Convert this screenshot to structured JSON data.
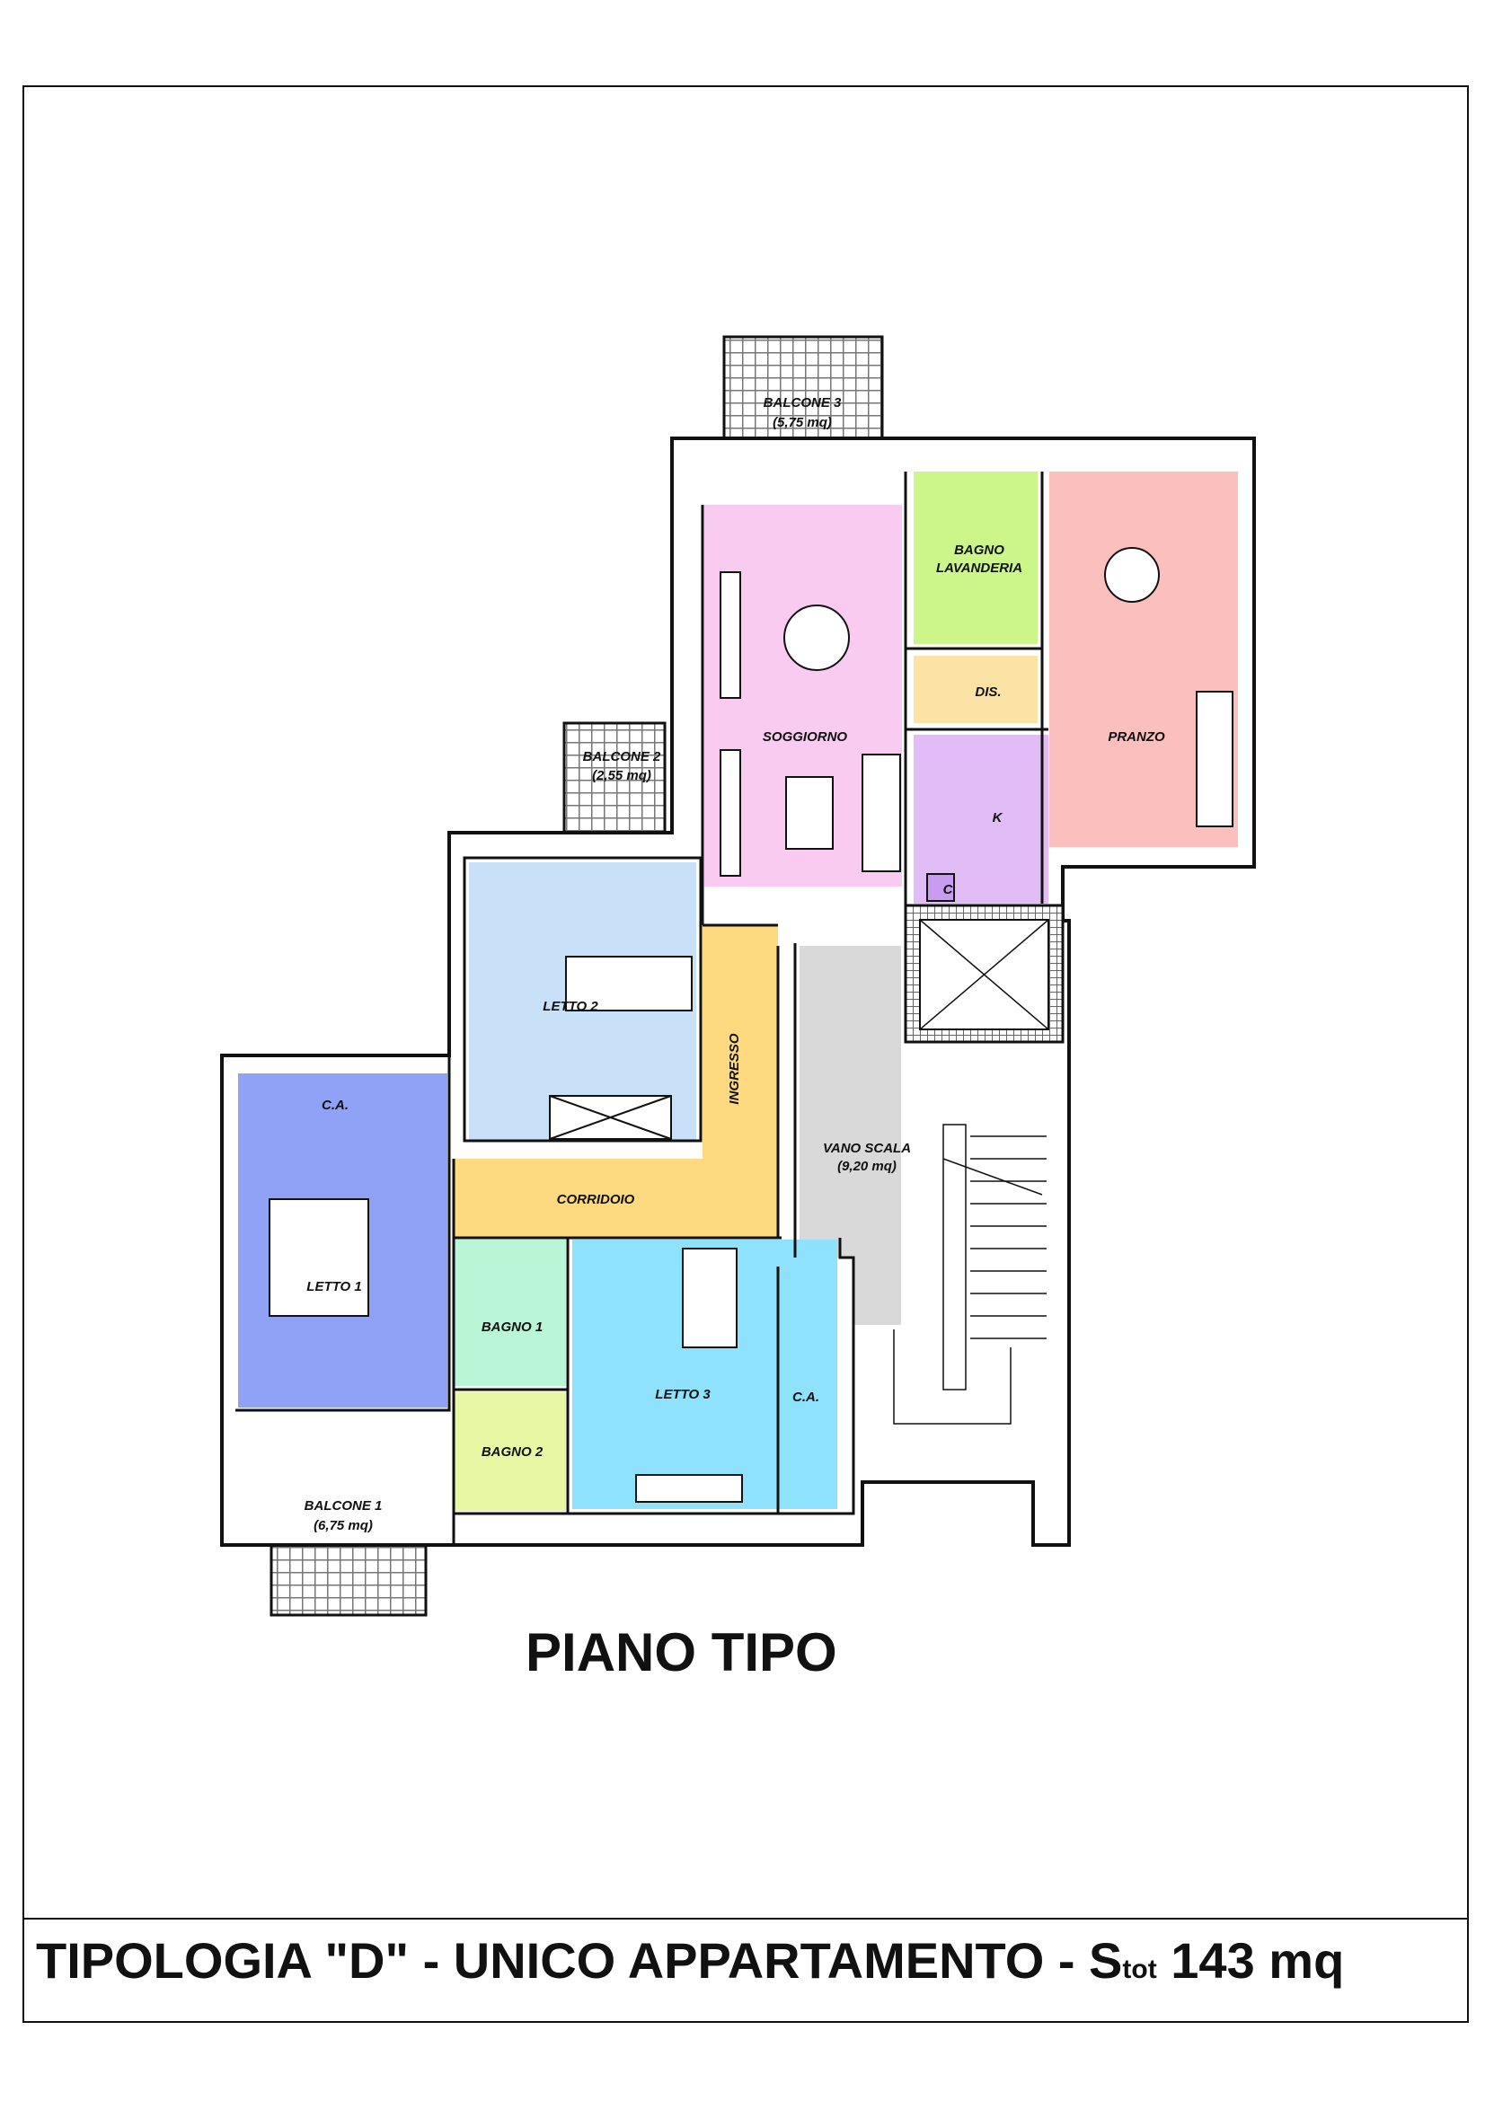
{
  "plan_title": "PIANO TIPO",
  "footer": {
    "prefix": "TIPOLOGIA \"D\" - UNICO APPARTAMENTO - ",
    "s": "S",
    "s_sub": "tot",
    "suffix": " 143 mq"
  },
  "rooms": {
    "balcone3": {
      "name": "BALCONE 3",
      "area": "(5,75 mq)"
    },
    "balcone2": {
      "name": "BALCONE 2",
      "area": "(2,55 mq)"
    },
    "balcone1": {
      "name": "BALCONE 1",
      "area": "(6,75 mq)"
    },
    "soggiorno": "SOGGIORNO",
    "bagno_lavanderia": {
      "line1": "BAGNO",
      "line2": "LAVANDERIA"
    },
    "pranzo": "PRANZO",
    "dis": "DIS.",
    "k": "K",
    "c": "C",
    "letto2": "LETTO 2",
    "ingresso": "INGRESSO",
    "vano_scala": {
      "name": "VANO SCALA",
      "area": "(9,20 mq)"
    },
    "ca1": "C.A.",
    "corridoio": "CORRIDOIO",
    "letto1": "LETTO 1",
    "bagno1": "BAGNO 1",
    "letto3": "LETTO 3",
    "ca3": "C.A.",
    "bagno2": "BAGNO 2"
  },
  "colors": {
    "soggiorno": "#f9cbf0",
    "bagno": "#ccf58a",
    "pranzo": "#fbbfbd",
    "dis": "#fbe3a6",
    "k": "#e2bcf5",
    "letto2": "#c8e1f9",
    "ingresso_corridoio": "#fdda80",
    "vano_scala": "#d9d9d9",
    "letto1": "#8fa2f5",
    "letto3": "#8fe2fb",
    "bagno1": "#b9f5d6",
    "bagno2": "#e8f7a3",
    "balcone": "#9a9a9a",
    "wall": "#111111"
  }
}
